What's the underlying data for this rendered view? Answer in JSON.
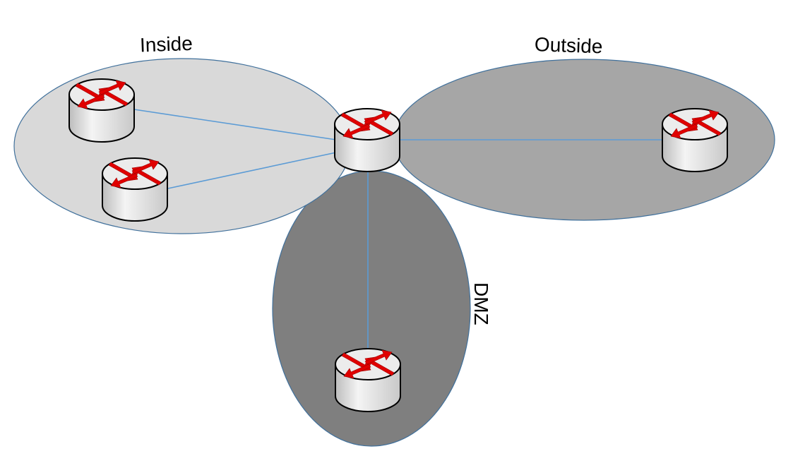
{
  "zones": [
    {
      "id": "inside",
      "label": "Inside",
      "color": "#d9d9d9"
    },
    {
      "id": "outside",
      "label": "Outside",
      "color": "#a6a6a6"
    },
    {
      "id": "dmz",
      "label": "DMZ",
      "color": "#7f7f7f"
    }
  ],
  "colors": {
    "zone_border": "#41719c",
    "link": "#5b9bd5",
    "arrow": "#e00000"
  },
  "routers": [
    {
      "id": "inside-router-1",
      "icon": "router-icon"
    },
    {
      "id": "inside-router-2",
      "icon": "router-icon"
    },
    {
      "id": "firewall-router",
      "icon": "router-icon"
    },
    {
      "id": "outside-router",
      "icon": "router-icon"
    },
    {
      "id": "dmz-router",
      "icon": "router-icon"
    }
  ]
}
